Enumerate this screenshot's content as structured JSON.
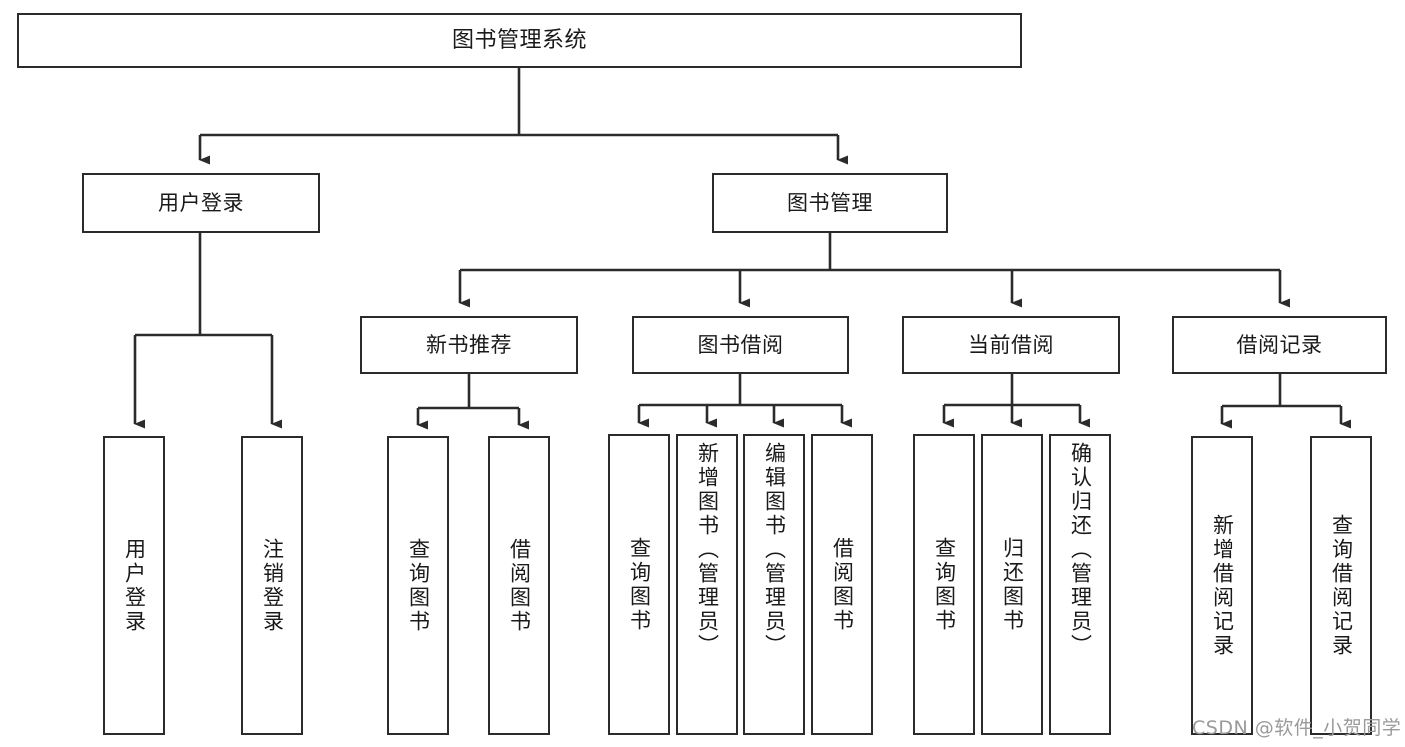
{
  "diagram": {
    "title": "图书管理系统",
    "type": "tree-hierarchy",
    "watermark": "CSDN @软件_小贺同学",
    "colors": {
      "stroke": "#2b2b2b",
      "fill": "#ffffff",
      "text": "#1a1a1a",
      "watermark": "#9a9a9a"
    },
    "root": {
      "label": "图书管理系统"
    },
    "level1": [
      {
        "label": "用户登录"
      },
      {
        "label": "图书管理"
      }
    ],
    "level2": [
      {
        "label": "新书推荐"
      },
      {
        "label": "图书借阅"
      },
      {
        "label": "当前借阅"
      },
      {
        "label": "借阅记录"
      }
    ],
    "leaves": {
      "user_login": [
        {
          "label": "用户登录"
        },
        {
          "label": "注销登录"
        }
      ],
      "new_book_recommend": [
        {
          "label": "查询图书"
        },
        {
          "label": "借阅图书"
        }
      ],
      "book_borrow": [
        {
          "label": "查询图书"
        },
        {
          "label": "新增图书（管理员）"
        },
        {
          "label": "编辑图书（管理员）"
        },
        {
          "label": "借阅图书"
        }
      ],
      "current_borrow": [
        {
          "label": "查询图书"
        },
        {
          "label": "归还图书"
        },
        {
          "label": "确认归还（管理员）"
        }
      ],
      "borrow_record": [
        {
          "label": "新增借阅记录"
        },
        {
          "label": "查询借阅记录"
        }
      ]
    }
  }
}
